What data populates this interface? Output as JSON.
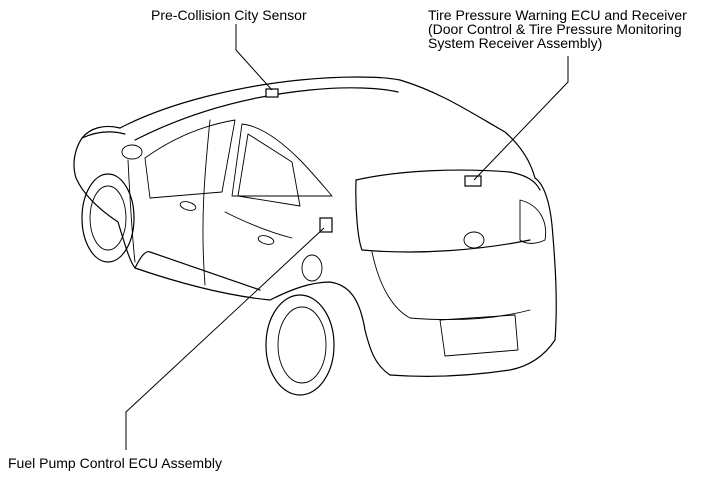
{
  "labels": {
    "pre_collision": "Pre-Collision City Sensor",
    "tire_pressure": [
      "Tire Pressure Warning ECU and Receiver",
      "(Door Control & Tire Pressure Monitoring",
      "System Receiver Assembly)"
    ],
    "fuel_pump": "Fuel Pump Control ECU Assembly"
  }
}
